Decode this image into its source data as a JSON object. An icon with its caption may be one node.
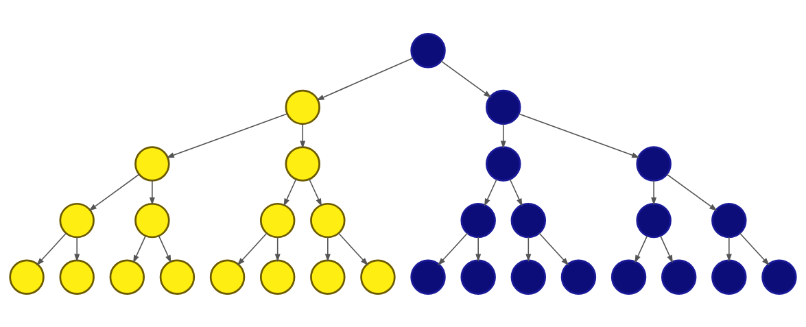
{
  "diagram": {
    "nodes": [
      {
        "text": [],
        "shape": "circle"
      },
      {
        "text": [],
        "shape": "circle"
      },
      {
        "text": [],
        "shape": "circle"
      },
      {
        "text": [],
        "shape": "circle"
      },
      {
        "text": [],
        "shape": "circle"
      },
      {
        "text": [],
        "shape": "circle"
      },
      {
        "text": [],
        "shape": "circle"
      },
      {
        "text": [],
        "shape": "circle"
      },
      {
        "text": [],
        "shape": "circle"
      },
      {
        "text": [],
        "shape": "circle"
      },
      {
        "text": [],
        "shape": "circle"
      },
      {
        "text": [],
        "shape": "circle"
      },
      {
        "text": [],
        "shape": "circle"
      },
      {
        "text": [],
        "shape": "circle"
      },
      {
        "text": [],
        "shape": "circle"
      },
      {
        "text": [],
        "shape": "circle"
      },
      {
        "text": [],
        "shape": "circle"
      },
      {
        "text": [],
        "shape": "circle"
      },
      {
        "text": [],
        "shape": "circle"
      },
      {
        "text": [],
        "shape": "circle"
      },
      {
        "text": [],
        "shape": "circle"
      },
      {
        "text": [],
        "shape": "circle"
      },
      {
        "text": [],
        "shape": "circle"
      },
      {
        "text": [],
        "shape": "circle"
      },
      {
        "text": [],
        "shape": "circle"
      },
      {
        "text": [],
        "shape": "circle"
      },
      {
        "text": [],
        "shape": "circle"
      },
      {
        "text": [],
        "shape": "circle"
      },
      {
        "text": [],
        "shape": "circle"
      },
      {
        "text": [],
        "shape": "circle"
      },
      {
        "text": [],
        "shape": "circle"
      }
    ],
    "edges": [
      {
        "from": 0,
        "to": 1,
        "arrow": "to"
      },
      {
        "from": 0,
        "to": 2,
        "arrow": "to"
      },
      {
        "from": 1,
        "to": 3,
        "arrow": "to"
      },
      {
        "from": 1,
        "to": 4,
        "arrow": "to"
      },
      {
        "from": 2,
        "to": 5,
        "arrow": "to"
      },
      {
        "from": 2,
        "to": 6,
        "arrow": "to"
      },
      {
        "from": 3,
        "to": 7,
        "arrow": "to"
      },
      {
        "from": 3,
        "to": 8,
        "arrow": "to"
      },
      {
        "from": 4,
        "to": 9,
        "arrow": "to"
      },
      {
        "from": 4,
        "to": 10,
        "arrow": "to"
      },
      {
        "from": 5,
        "to": 11,
        "arrow": "to"
      },
      {
        "from": 5,
        "to": 12,
        "arrow": "to"
      },
      {
        "from": 6,
        "to": 13,
        "arrow": "to"
      },
      {
        "from": 6,
        "to": 14,
        "arrow": "to"
      },
      {
        "from": 7,
        "to": 15,
        "arrow": "to"
      },
      {
        "from": 7,
        "to": 16,
        "arrow": "to"
      },
      {
        "from": 8,
        "to": 17,
        "arrow": "to"
      },
      {
        "from": 8,
        "to": 18,
        "arrow": "to"
      },
      {
        "from": 9,
        "to": 19,
        "arrow": "to"
      },
      {
        "from": 9,
        "to": 20,
        "arrow": "to"
      },
      {
        "from": 10,
        "to": 21,
        "arrow": "to"
      },
      {
        "from": 10,
        "to": 22,
        "arrow": "to"
      },
      {
        "from": 11,
        "to": 23,
        "arrow": "to"
      },
      {
        "from": 11,
        "to": 24,
        "arrow": "to"
      },
      {
        "from": 12,
        "to": 25,
        "arrow": "to"
      },
      {
        "from": 12,
        "to": 26,
        "arrow": "to"
      },
      {
        "from": 13,
        "to": 27,
        "arrow": "to"
      },
      {
        "from": 13,
        "to": 28,
        "arrow": "to"
      },
      {
        "from": 14,
        "to": 29,
        "arrow": "to"
      },
      {
        "from": 14,
        "to": 30,
        "arrow": "to"
      }
    ]
  }
}
